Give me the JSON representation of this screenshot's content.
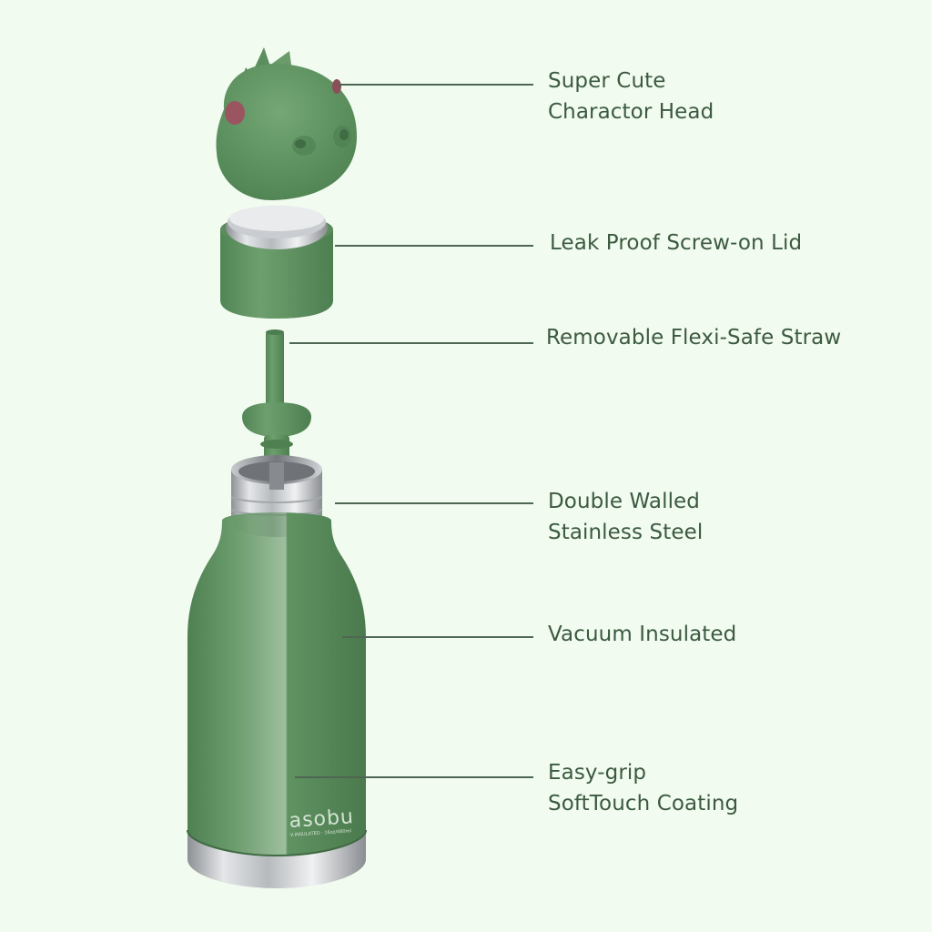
{
  "brand": {
    "logo_text": "asobu",
    "logo_subtext": "V-INSULATED · 16oz/460ml"
  },
  "colors": {
    "background": "#f1fbf0",
    "product_green": "#5f9161",
    "text": "#3c5a40",
    "leader_line": "#4e6652",
    "cheek": "#9b5560"
  },
  "callouts": [
    {
      "id": "head",
      "lines": [
        "Super Cute",
        "Charactor Head"
      ]
    },
    {
      "id": "lid",
      "lines": [
        "Leak Proof Screw-on Lid"
      ]
    },
    {
      "id": "straw",
      "lines": [
        "Removable Flexi-Safe Straw"
      ]
    },
    {
      "id": "steel",
      "lines": [
        "Double Walled",
        "Stainless Steel"
      ]
    },
    {
      "id": "vacuum",
      "lines": [
        "Vacuum Insulated"
      ]
    },
    {
      "id": "grip",
      "lines": [
        "Easy-grip",
        "SoftTouch Coating"
      ]
    }
  ]
}
